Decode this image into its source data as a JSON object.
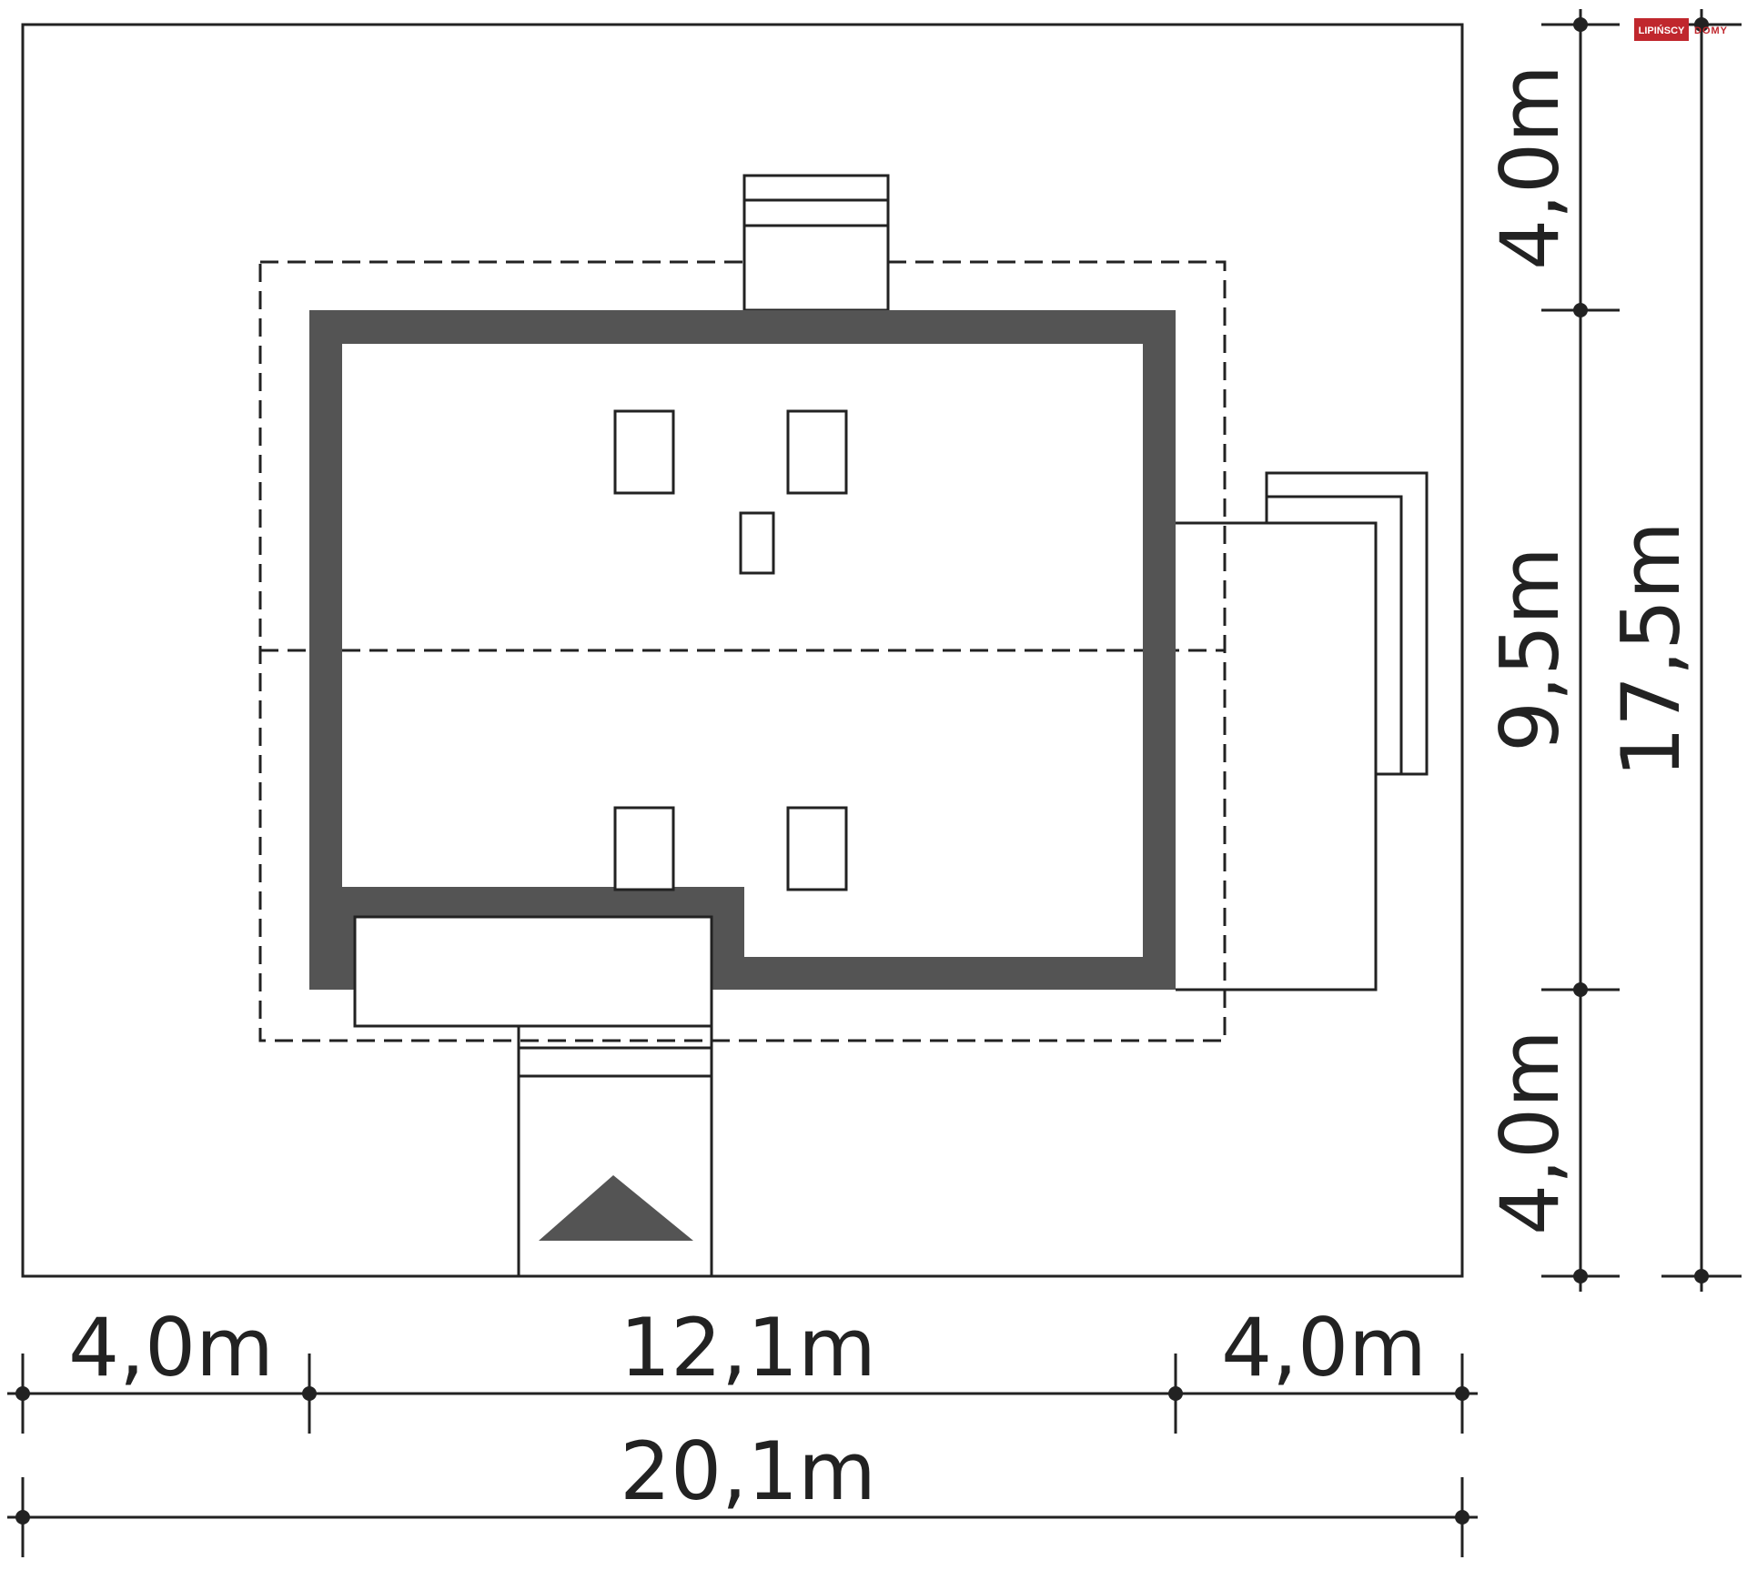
{
  "logo": {
    "brand": "LIPIŃSCY",
    "suffix": "DOMY",
    "accent_color": "#c0272d"
  },
  "dimensions": {
    "setback_top": "4,0m",
    "house_depth": "9,5m",
    "setback_bottom": "4,0m",
    "plot_depth": "17,5m",
    "setback_left": "4,0m",
    "house_width": "12,1m",
    "setback_right": "4,0m",
    "plot_width": "20,1m"
  },
  "colors": {
    "wall": "#545454",
    "line": "#222222",
    "background": "#ffffff"
  },
  "icons": {
    "entrance": "entrance-arrow-icon"
  }
}
